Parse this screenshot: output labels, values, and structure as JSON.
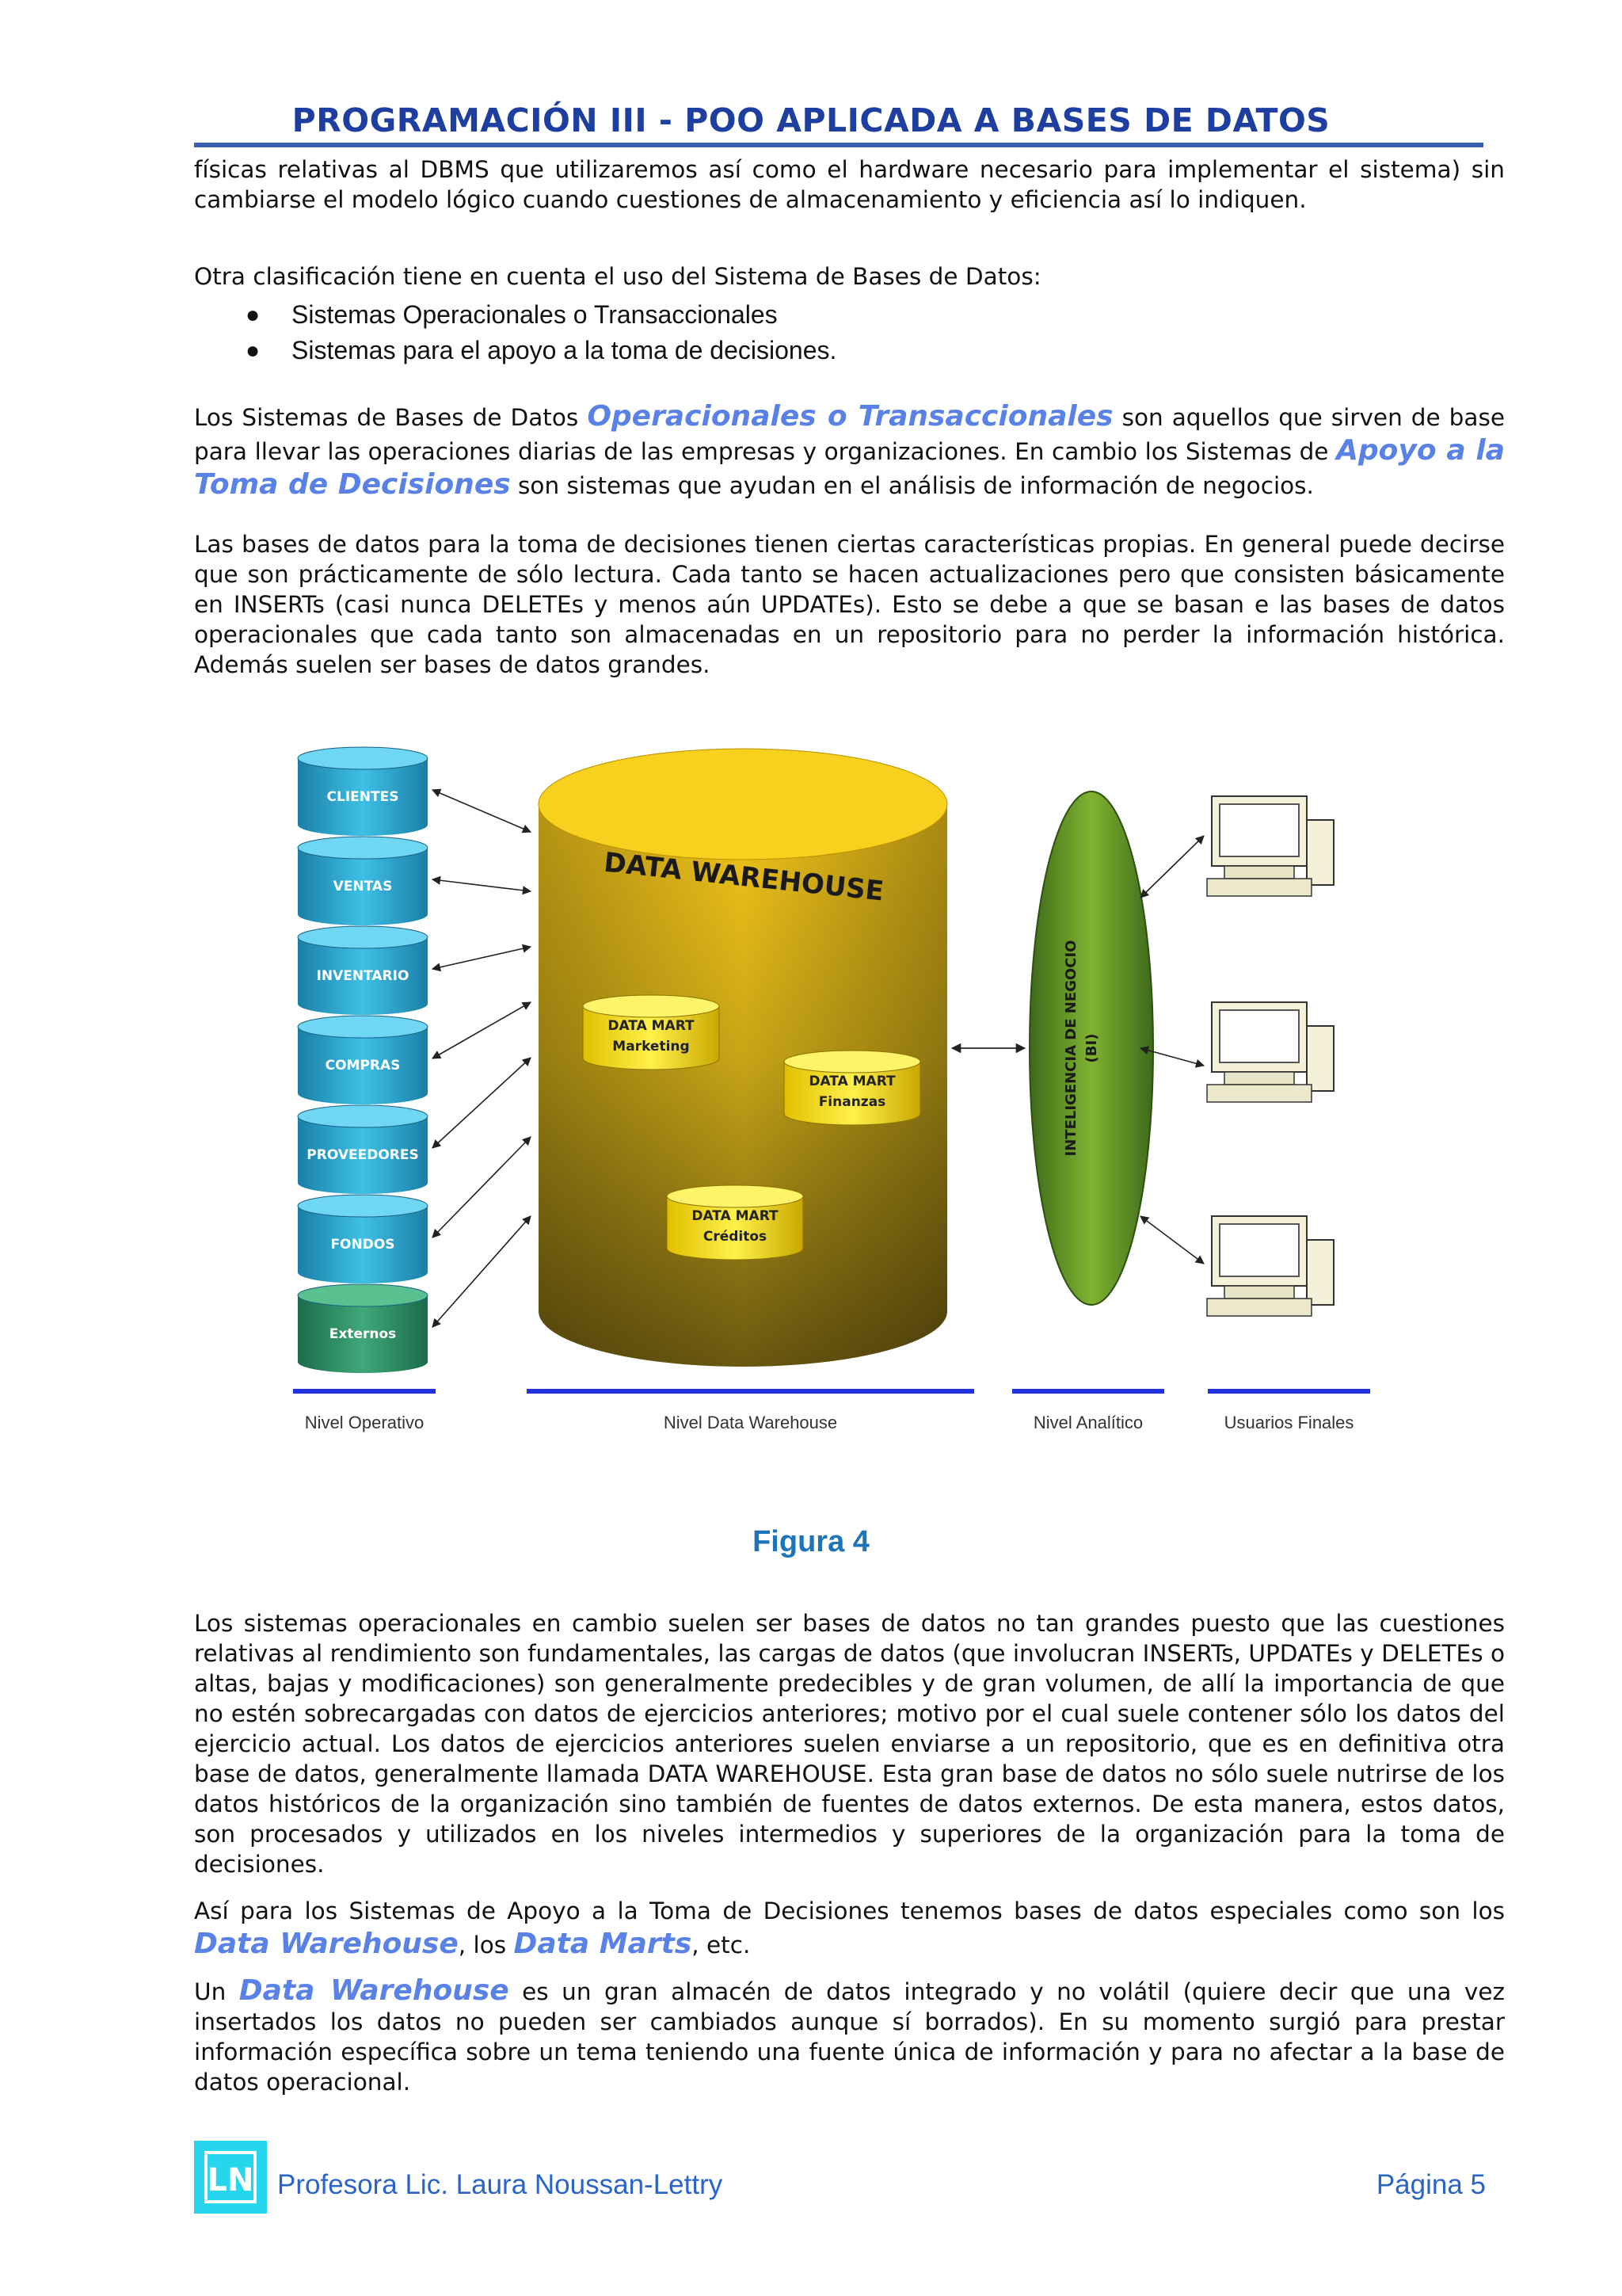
{
  "header": {
    "title": "PROGRAMACIÓN III - POO APLICADA A BASES DE DATOS"
  },
  "p1": "físicas relativas al DBMS que utilizaremos así como el hardware necesario para implementar el sistema) sin cambiarse el modelo lógico cuando cuestiones de almacenamiento y eficiencia así lo indiquen.",
  "p2": "Otra clasificación tiene en cuenta el uso del Sistema de Bases de Datos:",
  "bullets": [
    "Sistemas Operacionales o Transaccionales",
    "Sistemas para el apoyo a la toma de decisiones."
  ],
  "p3": {
    "a": "Los Sistemas de Bases de Datos",
    "b": "Operacionales o Transaccionales",
    "c": "son aquellos que sirven de base para llevar las operaciones diarias de las empresas y organizaciones. En cambio los Sistemas de",
    "d": "Apoyo a la Toma de Decisiones",
    "e": "son sistemas que ayudan en el análisis de información de negocios."
  },
  "p4": "Las bases de datos para la toma de decisiones tienen ciertas características propias. En general puede decirse que son prácticamente de sólo lectura. Cada tanto se hacen actualizaciones pero que consisten básicamente en INSERTs (casi nunca DELETEs y menos aún UPDATEs). Esto se debe a que se basan e las bases de datos operacionales que cada tanto son almacenadas en un repositorio para no perder la información histórica. Además suelen ser bases de datos grandes.",
  "figure": {
    "sources": [
      "CLIENTES",
      "VENTAS",
      "INVENTARIO",
      "COMPRAS",
      "PROVEEDORES",
      "FONDOS",
      "Externos"
    ],
    "warehouse_title": "DATA WAREHOUSE",
    "marts": [
      {
        "line1": "DATA MART",
        "line2": "Marketing"
      },
      {
        "line1": "DATA MART",
        "line2": "Finanzas"
      },
      {
        "line1": "DATA MART",
        "line2": "Créditos"
      }
    ],
    "bi_line1": "INTELIGENCIA DE NEGOCIO",
    "bi_line2": "(BI)",
    "levels": [
      "Nivel Operativo",
      "Nivel Data Warehouse",
      "Nivel Analítico",
      "Usuarios Finales"
    ],
    "caption": "Figura 4"
  },
  "p5": "Los sistemas operacionales en cambio suelen ser bases de datos no tan grandes puesto que las cuestiones relativas al rendimiento son fundamentales, las cargas de datos (que involucran INSERTs, UPDATEs y DELETEs o altas, bajas y modificaciones) son generalmente predecibles y de gran volumen, de allí la importancia de que no estén sobrecargadas con datos de ejercicios anteriores; motivo por el cual suele contener sólo los datos del ejercicio actual. Los datos de ejercicios anteriores suelen enviarse a un repositorio, que es en definitiva otra base de datos, generalmente llamada DATA WAREHOUSE. Esta gran base de datos no sólo suele nutrirse de los datos históricos de la organización sino también de fuentes de datos externos. De esta manera, estos datos, son procesados y utilizados en los niveles intermedios y superiores de la organización para la toma de decisiones.",
  "p6": {
    "a": "Así para los Sistemas de Apoyo a la Toma de Decisiones tenemos bases de datos especiales como son los",
    "b": "Data Warehouse",
    "c": ", los",
    "d": "Data Marts",
    "e": ", etc."
  },
  "p7": {
    "a": "Un",
    "b": "Data Warehouse",
    "c": "es un gran almacén de datos integrado y no volátil (quiere decir que una vez insertados los datos no pueden ser cambiados aunque sí borrados). En su momento surgió para prestar información específica sobre un tema teniendo una fuente única de información y para no afectar a la base de datos operacional."
  },
  "footer": {
    "logo_text": "LN",
    "author": "Profesora Lic. Laura Noussan-Lettry",
    "page": "Página 5"
  },
  "colors": {
    "header": "#1f3fa0",
    "highlight": "#5a82e6",
    "caption": "#1e74b8",
    "footer": "#2a64c8",
    "logo": "#26d6ec"
  }
}
